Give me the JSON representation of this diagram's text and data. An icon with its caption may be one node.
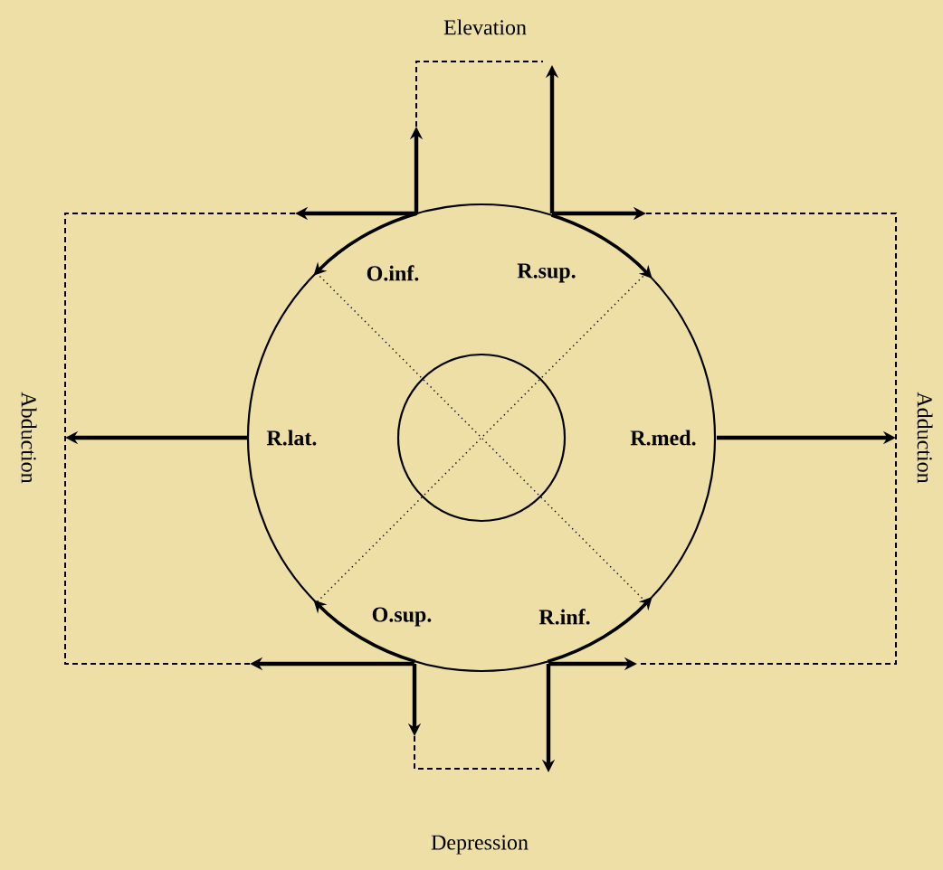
{
  "diagram": {
    "labels": [
      "Elevation",
      "O.inf.",
      "R.sup.",
      "Abduction",
      "R.lat.",
      "R.med.",
      "Adduction",
      "O.sup.",
      "R.inf.",
      "Depression"
    ]
  }
}
